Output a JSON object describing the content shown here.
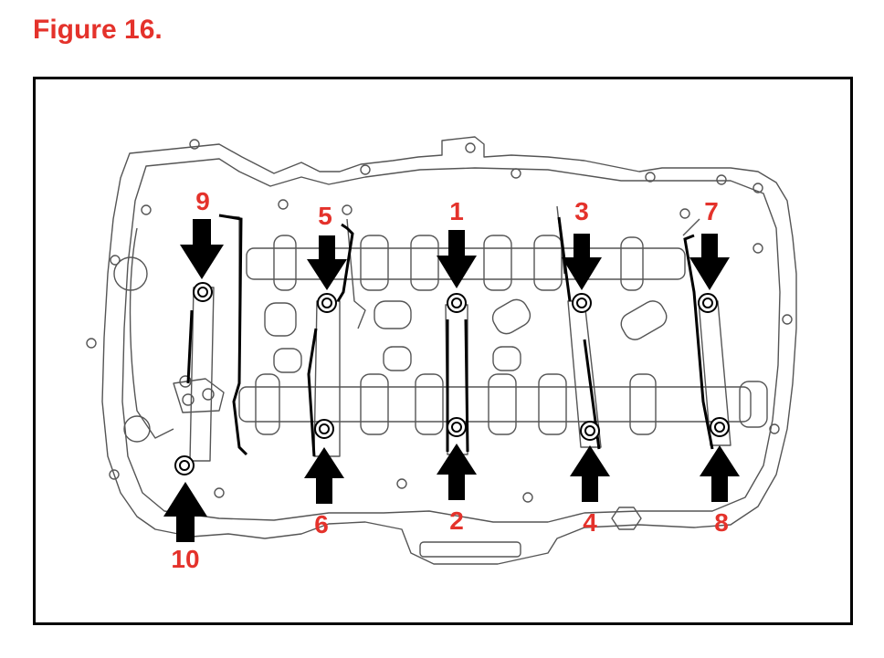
{
  "title": "Figure 16.",
  "colors": {
    "accent": "#e4322b",
    "line": "#000000",
    "drawing": "#555555"
  },
  "bolts": [
    {
      "label": "1",
      "arrow": "down"
    },
    {
      "label": "2",
      "arrow": "up"
    },
    {
      "label": "3",
      "arrow": "down"
    },
    {
      "label": "4",
      "arrow": "up"
    },
    {
      "label": "5",
      "arrow": "down"
    },
    {
      "label": "6",
      "arrow": "up"
    },
    {
      "label": "7",
      "arrow": "down"
    },
    {
      "label": "8",
      "arrow": "up"
    },
    {
      "label": "9",
      "arrow": "down"
    },
    {
      "label": "10",
      "arrow": "up"
    }
  ]
}
